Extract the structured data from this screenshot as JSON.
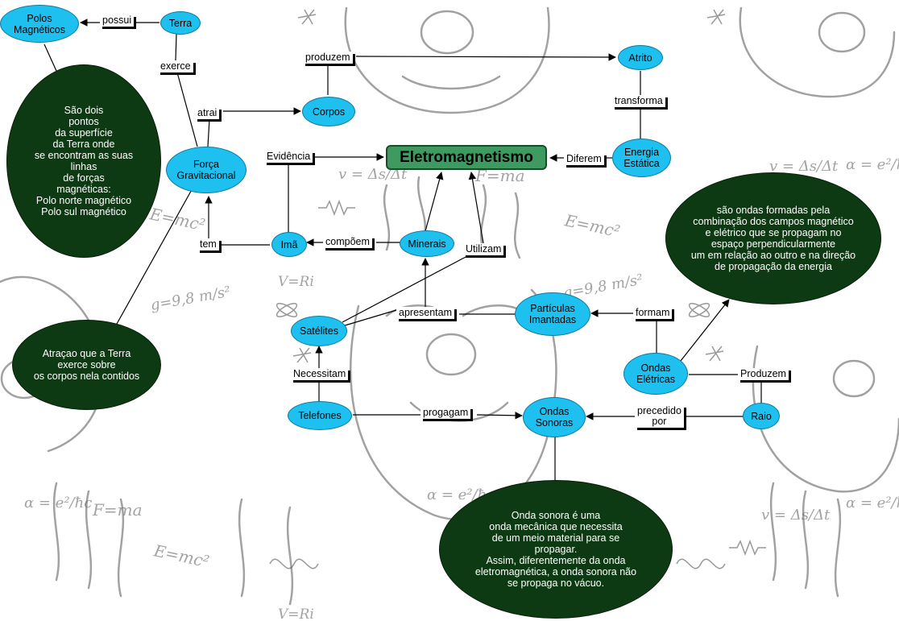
{
  "title": "Eletromagnetismo",
  "nodes": {
    "polos_magneticos": "Polos\nMagnéticos",
    "terra": "Terra",
    "corpos": "Corpos",
    "atrito": "Atrito",
    "energia_estatica": "Energia\nEstática",
    "forca_gravitacional": "Força\nGravitacional",
    "ima": "Imã",
    "minerais": "Minerais",
    "particulas_imantadas": "Partículas\nImantadas",
    "satelites": "Satélites",
    "telefones": "Telefones",
    "ondas_sonoras": "Ondas\nSonoras",
    "ondas_eletricas": "Ondas\nElétricas",
    "raio": "Raio"
  },
  "notes": {
    "polos": "São dois\npontos\nda superfície\nda Terra onde\nse encontram as suas\nlinhas\nde forças\nmagnéticas:\nPolo norte magnético\nPolo sul magnético",
    "atracao": "Atraçao que a Terra\nexerce sobre\nos corpos nela contidos",
    "ondas_eletricas": "são ondas formadas pela\ncombinação dos campos magnético\ne elétrico que se propagam no\nespaço perpendicularmente\num em relação ao outro e na direção\nde propagação da energia",
    "onda_sonora": "Onda sonora é uma\nonda mecânica que necessita\nde um meio material para se\npropagar.\nAssim, diferentemente da onda\neletromagnética, a onda sonora não\nse propaga no vácuo."
  },
  "labels": {
    "possui": "possui",
    "exerce": "exerce",
    "produzem_top": "produzem",
    "atrai": "atrai",
    "transforma": "transforma",
    "diferem": "Diferem",
    "evidencia": "Evidência",
    "compoem": "compõem",
    "tem": "tem",
    "utilizam": "Utilizam",
    "apresentam": "apresentam",
    "formam": "formam",
    "necessitam": "Necessitam",
    "produzem": "Produzem",
    "progagam": "progagam",
    "precedido": "precedido\npor"
  },
  "doodles": {
    "formulas": [
      "E=mc²",
      "F=ma",
      "V=Ri",
      "g=9,8 m/s²",
      "v = Δs/Δt",
      "α = e²/ħc"
    ]
  }
}
